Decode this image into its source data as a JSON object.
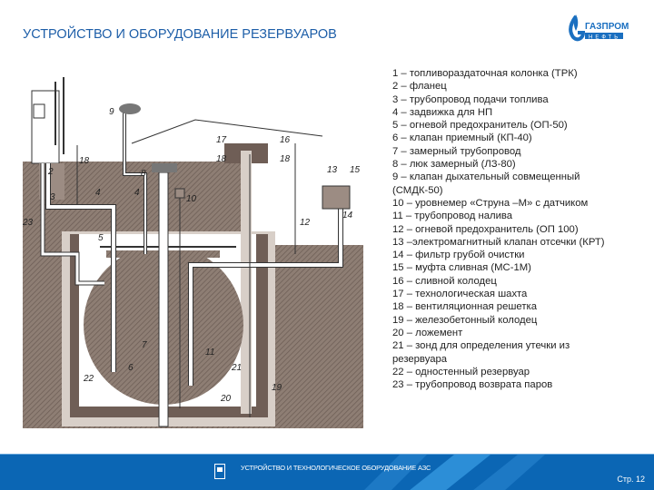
{
  "header": {
    "title": "УСТРОЙСТВО И ОБОРУДОВАНИЕ РЕЗЕРВУАРОВ",
    "logo_text_top": "ГАЗПРОМ",
    "logo_text_bottom": "НЕФТЬ"
  },
  "legend": [
    "1 – топливораздаточная колонка (ТРК)",
    "2 – фланец",
    "3 – трубопровод подачи топлива",
    "4 – задвижка для НП",
    "5 – огневой предохранитель (ОП-50)",
    "6 – клапан приемный (КП-40)",
    "7 – замерный трубопровод",
    "8 – люк замерный (ЛЗ-80)",
    "9 – клапан дыхательный совмещенный (СМДК-50)",
    "10 – уровнемер «Струна –М» с датчиком",
    "11 – трубопровод налива",
    "12 – огневой предохранитель (ОП 100)",
    "13 –электромагнитный клапан отсечки (КРТ)",
    "14 – фильтр грубой очистки",
    "15 – муфта сливная (МС-1М)",
    "16 – сливной колодец",
    "17 – технологическая шахта",
    "18 – вентиляционная решетка",
    "19 – железобетонный колодец",
    "20 – ложемент",
    "21 – зонд для определения утечки из резервуара",
    "22 – одностенный резервуар",
    "23 – трубопровод возврата паров"
  ],
  "diagram_labels": {
    "l2": "2",
    "l3": "3",
    "l4a": "4",
    "l4b": "4",
    "l5": "5",
    "l6": "6",
    "l7": "7",
    "l8": "8",
    "l9": "9",
    "l10": "10",
    "l11": "11",
    "l12": "12",
    "l13": "13",
    "l14": "14",
    "l15": "15",
    "l16": "16",
    "l17": "17",
    "l18a": "18",
    "l18b": "18",
    "l18c": "18",
    "l19": "19",
    "l20": "20",
    "l21": "21",
    "l22": "22",
    "l23": "23"
  },
  "footer": {
    "text": "УСТРОЙСТВО И ТЕХНОЛОГИЧЕСКОЕ ОБОРУДОВАНИЕ АЗС",
    "page": "Стр. 12"
  },
  "colors": {
    "brand": "#0b66b4",
    "title": "#1d5ea8",
    "soil": "#8b7a70"
  }
}
